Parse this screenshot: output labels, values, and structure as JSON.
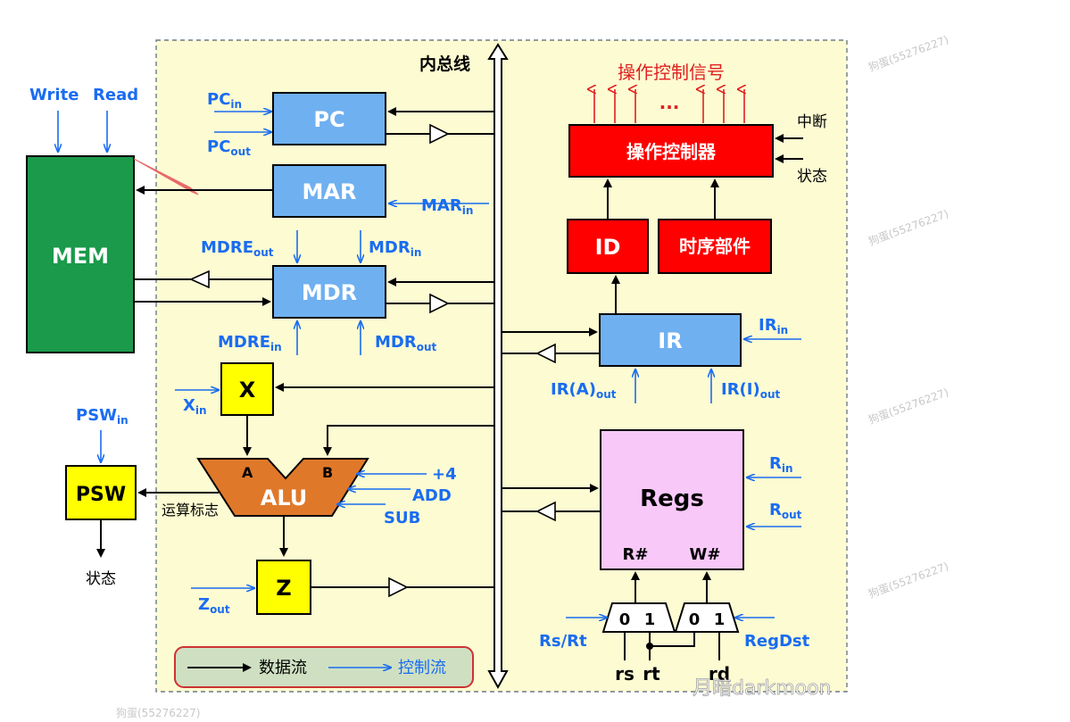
{
  "bus_label": "内总线",
  "ctrl_signals_label": "操作控制信号",
  "ellipsis": "...",
  "mem": {
    "label": "MEM",
    "write": "Write",
    "read": "Read"
  },
  "pc": {
    "label": "PC",
    "in_main": "PC",
    "in_sub": "in",
    "out_main": "PC",
    "out_sub": "out"
  },
  "mar": {
    "label": "MAR",
    "in_main": "MAR",
    "in_sub": "in"
  },
  "mdr": {
    "label": "MDR",
    "mdre_out_main": "MDRE",
    "mdre_out_sub": "out",
    "mdr_in_main": "MDR",
    "mdr_in_sub": "in",
    "mdre_in_main": "MDRE",
    "mdre_in_sub": "in",
    "mdr_out_main": "MDR",
    "mdr_out_sub": "out"
  },
  "x": {
    "label": "X",
    "in_main": "X",
    "in_sub": "in"
  },
  "alu": {
    "label": "ALU",
    "port_a": "A",
    "port_b": "B",
    "plus4": "+4",
    "add": "ADD",
    "sub": "SUB",
    "flags": "运算标志"
  },
  "psw": {
    "label": "PSW",
    "in_main": "PSW",
    "in_sub": "in",
    "state": "状态"
  },
  "z": {
    "label": "Z",
    "out_main": "Z",
    "out_sub": "out"
  },
  "legend": {
    "data_flow": "数据流",
    "control_flow": "控制流"
  },
  "controller": {
    "label": "操作控制器",
    "interrupt": "中断",
    "state": "状态"
  },
  "id": {
    "label": "ID"
  },
  "timing": {
    "label": "时序部件"
  },
  "ir": {
    "label": "IR",
    "in_main": "IR",
    "in_sub": "in",
    "a_out_main": "IR(A)",
    "a_out_sub": "out",
    "i_out_main": "IR(I)",
    "i_out_sub": "out"
  },
  "regs": {
    "label": "Regs",
    "rport": "R#",
    "wport": "W#",
    "in_main": "R",
    "in_sub": "in",
    "out_main": "R",
    "out_sub": "out"
  },
  "mux": {
    "zero": "0",
    "one": "1",
    "rsrt": "Rs/Rt",
    "regdst": "RegDst",
    "rs": "rs",
    "rt": "rt",
    "rd": "rd"
  },
  "watermarks": [
    "狗蛋(55276227)",
    "狗蛋(55276227)",
    "狗蛋(55276227)",
    "狗蛋(55276227)",
    "狗蛋(55276227)"
  ],
  "watermark_bottom": "月暗darkmoon",
  "colors": {
    "panel_bg": "#fdfbd2",
    "mem_green": "#1a9a4a",
    "reg_blue": "#6fb0f0",
    "yellow_box": "#ffff00",
    "alu_orange": "#e0782a",
    "ctrl_red": "#ff0000",
    "regs_pink": "#f8c8f8",
    "control_blue": "#1a6cf0"
  }
}
